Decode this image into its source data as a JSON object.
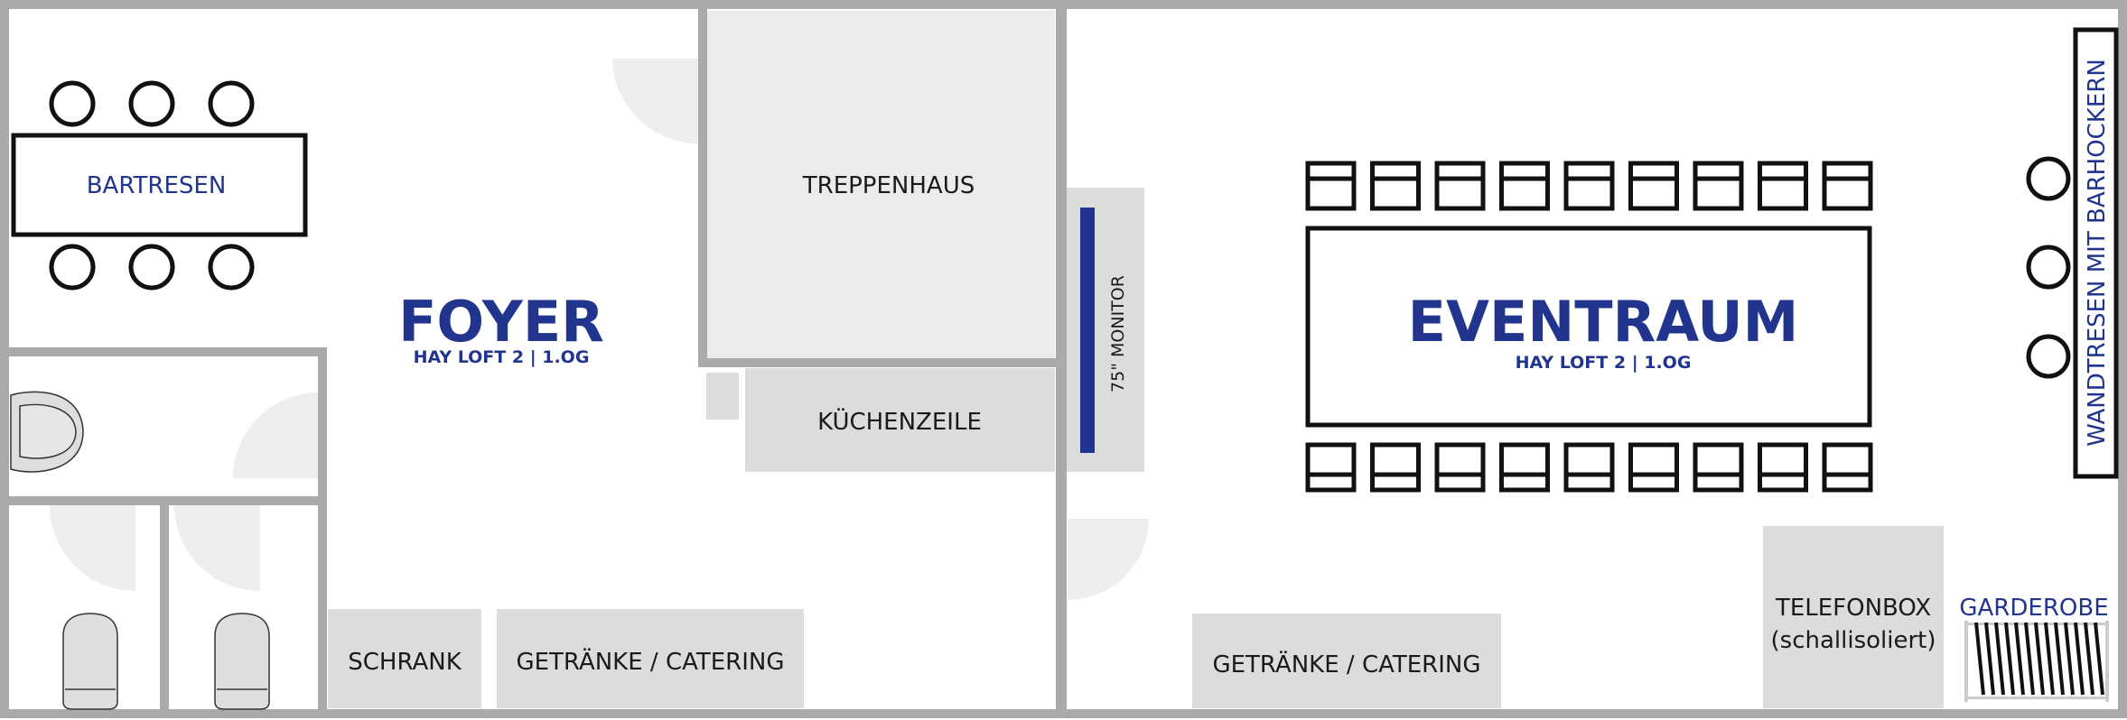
{
  "rooms": {
    "foyer": {
      "name": "FOYER",
      "subtitle": "HAY LOFT 2 | 1.OG"
    },
    "eventraum": {
      "name": "EVENTRAUM",
      "subtitle": "HAY LOFT 2 | 1.OG"
    }
  },
  "labels": {
    "bartresen": "BARTRESEN",
    "treppenhaus": "TREPPENHAUS",
    "kuechenzeile": "KÜCHENZEILE",
    "monitor": "75\" MONITOR",
    "schrank": "SCHRANK",
    "catering_foyer": "GETRÄNKE / CATERING",
    "catering_event": "GETRÄNKE / CATERING",
    "telefonbox_line1": "TELEFONBOX",
    "telefonbox_line2": "(schallisoliert)",
    "garderobe": "GARDEROBE",
    "wandtresen": "WANDTRESEN MIT BARHOCKERN"
  },
  "colors": {
    "wall": "#aaaaaa",
    "fixture": "#dcdcdc",
    "fixture_light": "#ebebeb",
    "door_swing": "#eeeeee",
    "accent_blue": "#21358f",
    "furniture": "#111111"
  }
}
